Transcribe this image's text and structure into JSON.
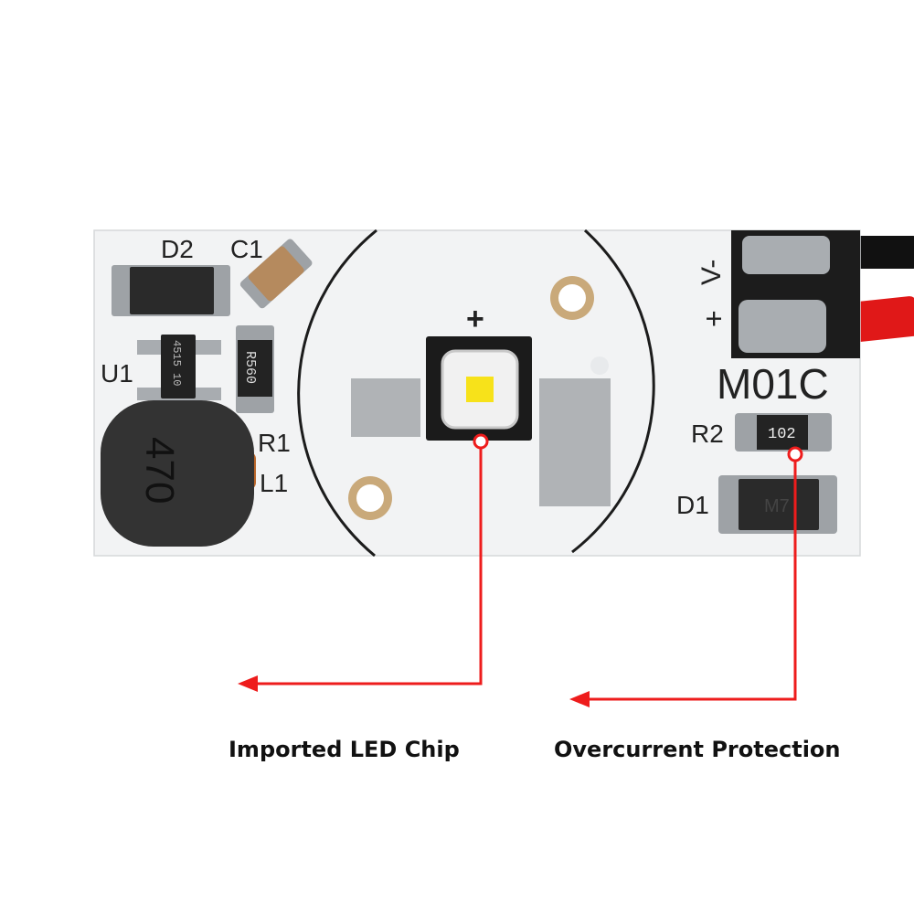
{
  "captions": {
    "led_chip": "Imported LED Chip",
    "overcurrent": "Overcurrent Protection"
  },
  "silkscreen": {
    "d2": "D2",
    "c1": "C1",
    "u1": "U1",
    "r1": "R1",
    "l1": "L1",
    "r2": "R2",
    "d1": "D1",
    "model": "M01C",
    "polarity_plus": "+",
    "v_minus": "V-",
    "v_plus": "+",
    "inductor_marking": "470",
    "r1_marking": "R560",
    "r2_marking": "102",
    "u1_marking": "4515 10",
    "d1_marking": "M7"
  },
  "colors": {
    "board": "#f2f3f4",
    "arrow": "#ee1c1c",
    "wire_red": "#e01818",
    "wire_black": "#111111",
    "led_yellow": "#f7e21a"
  }
}
